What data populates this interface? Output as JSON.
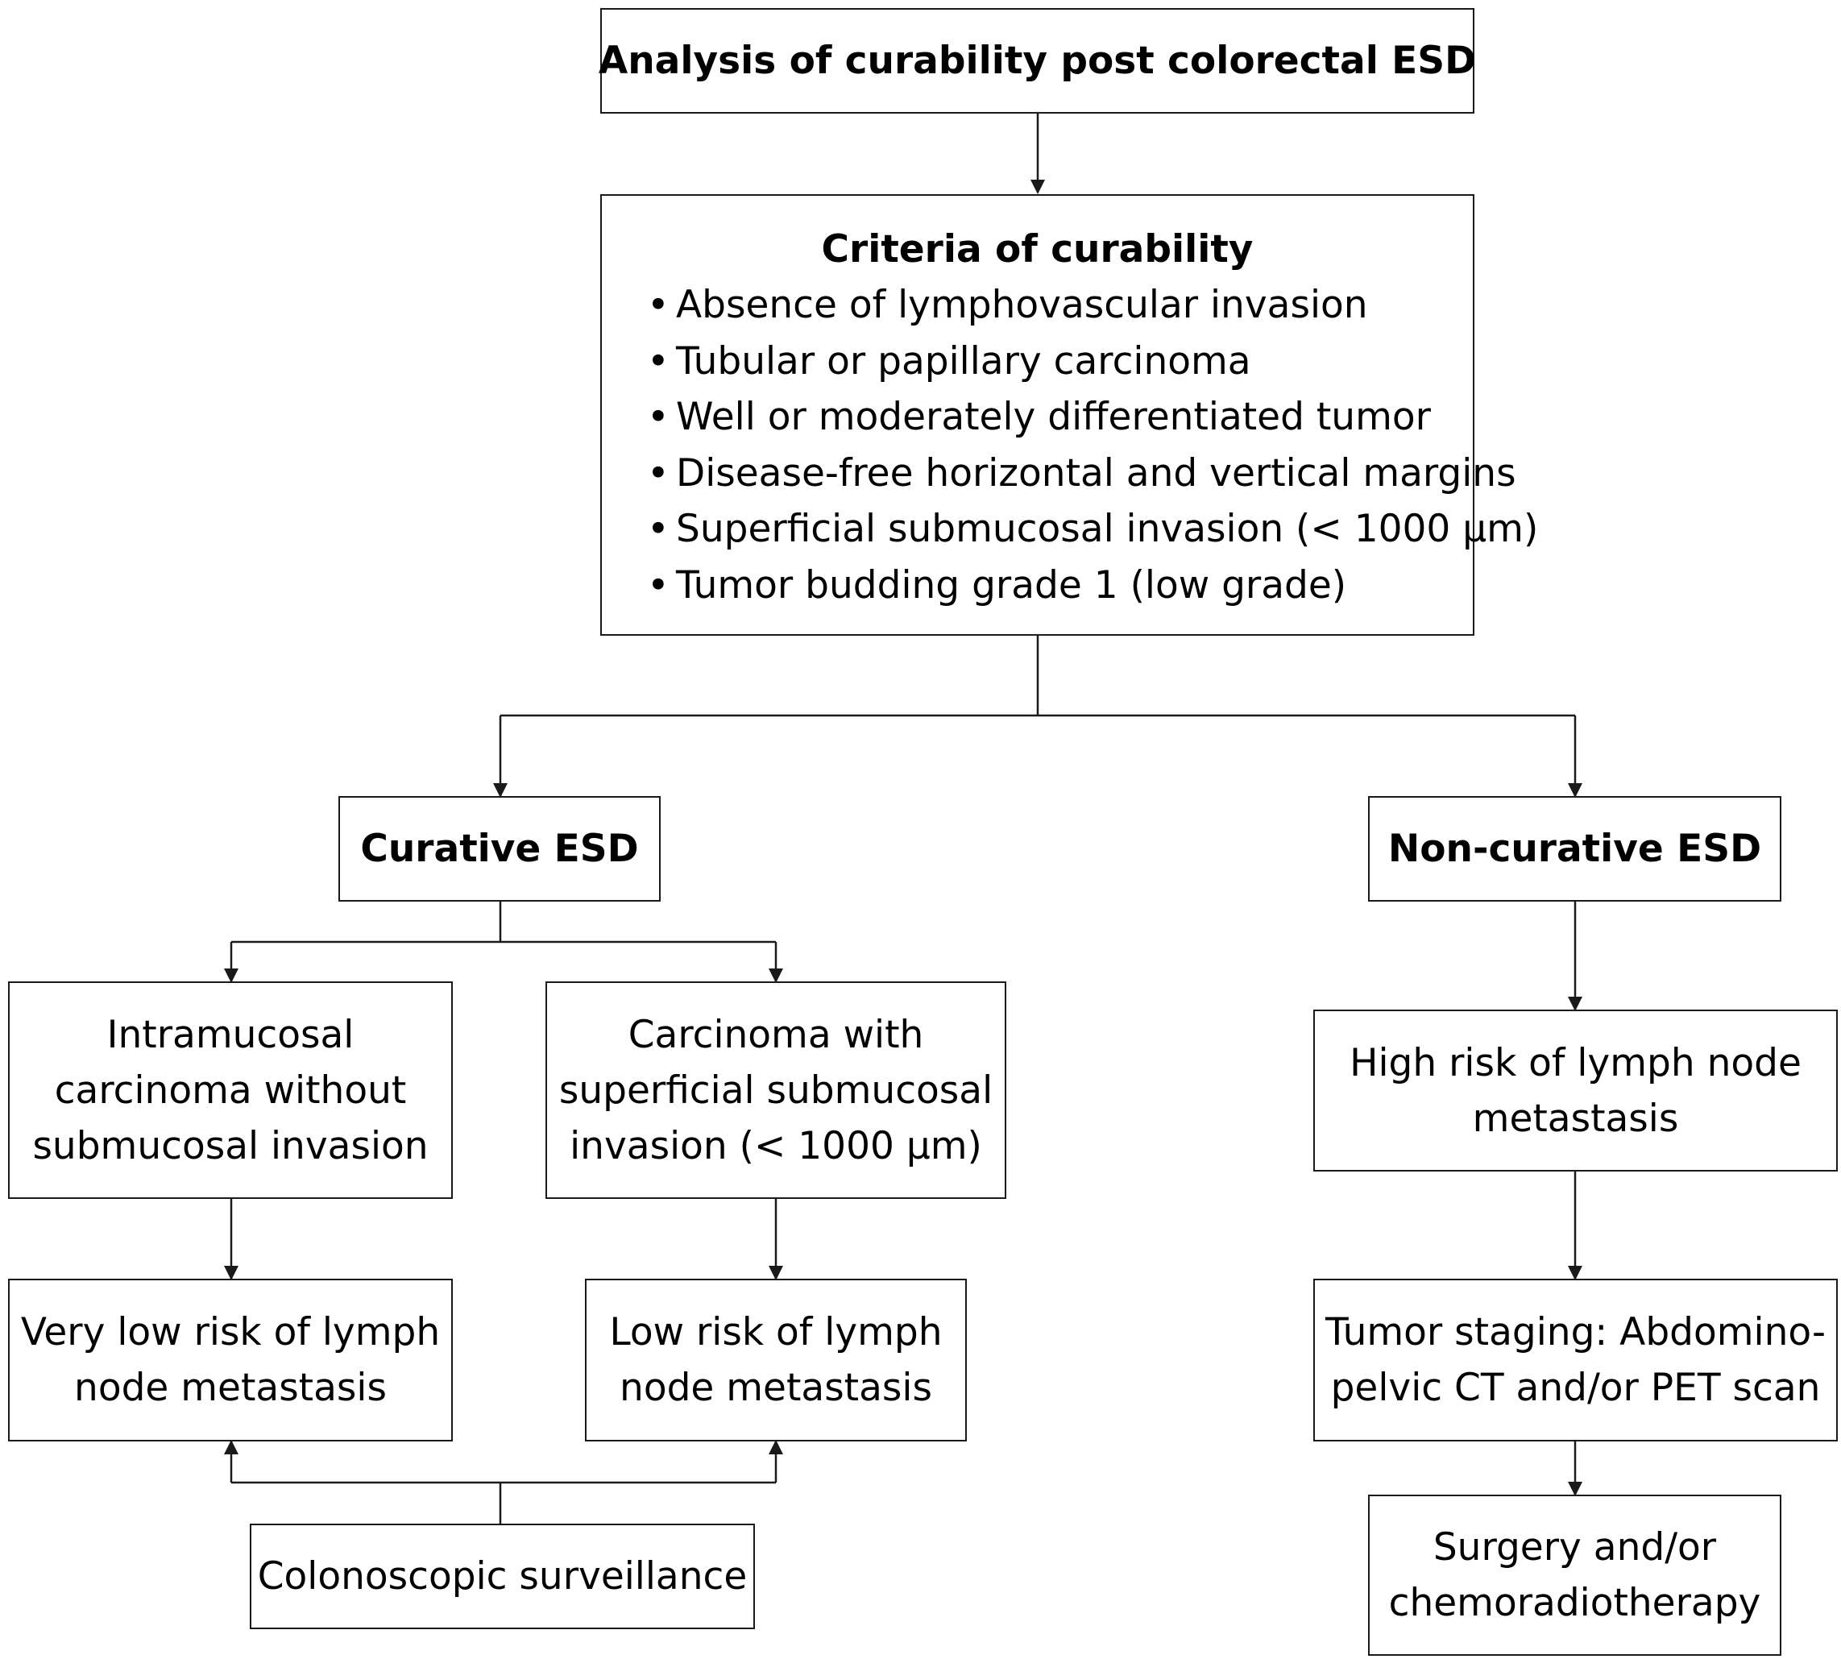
{
  "title": "Analysis of curability post colorectal ESD",
  "criteria": {
    "heading": "Criteria of curability",
    "items": [
      "Absence of lymphovascular invasion",
      "Tubular or papillary carcinoma",
      "Well or moderately differentiated tumor",
      "Disease-free horizontal and vertical margins",
      "Superficial submucosal invasion (< 1000 μm)",
      "Tumor budding grade 1 (low grade)"
    ]
  },
  "curative": {
    "label": "Curative ESD",
    "intramucosal": [
      "Intramucosal",
      "carcinoma without",
      "submucosal invasion"
    ],
    "superficial": [
      "Carcinoma with",
      "superficial submucosal",
      "invasion (< 1000 μm)"
    ],
    "very_low_risk": [
      "Very low risk of lymph",
      "node metastasis"
    ],
    "low_risk": [
      "Low risk of lymph",
      "node metastasis"
    ],
    "surveillance": "Colonoscopic surveillance"
  },
  "noncurative": {
    "label": "Non-curative ESD",
    "high_risk": [
      "High risk of lymph node",
      "metastasis"
    ],
    "staging": [
      "Tumor staging: Abdomino-",
      "pelvic CT and/or PET scan"
    ],
    "treatment": [
      "Surgery and/or",
      "chemoradiotherapy"
    ]
  }
}
